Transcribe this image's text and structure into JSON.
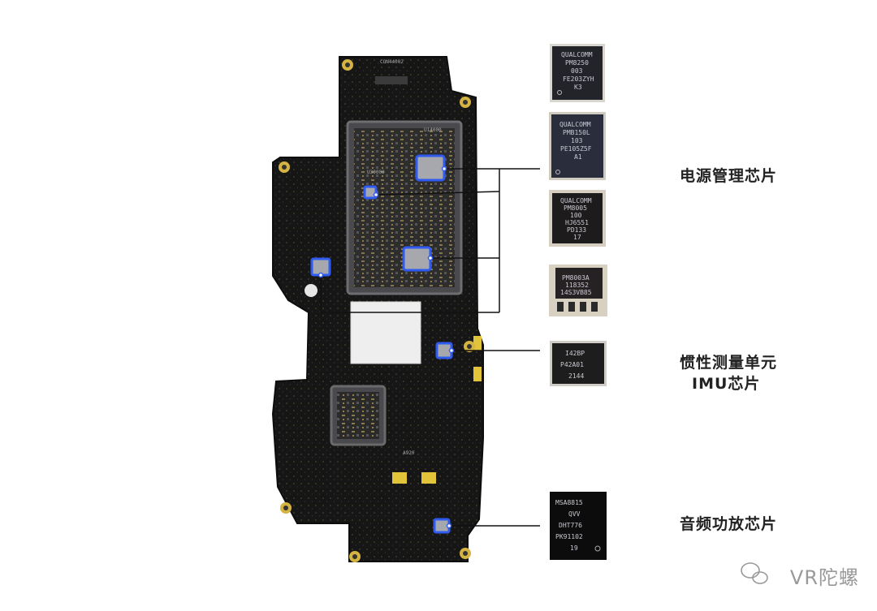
{
  "labels": {
    "power": "电源管理芯片",
    "imu_line1": "惯性测量单元",
    "imu_line2": "IMU芯片",
    "audio": "音频功放芯片"
  },
  "chips": [
    {
      "lines": [
        "QUALCOMM",
        "PM8250",
        "003",
        "FE203ZYH",
        "K3"
      ]
    },
    {
      "lines": [
        "QUALCOMM",
        "PMB150L",
        "103",
        "PE105Z5F",
        "A1"
      ]
    },
    {
      "lines": [
        "QUALCOMM",
        "PM8005",
        "100",
        "HJ6551",
        "PD133",
        "17"
      ]
    },
    {
      "lines": [
        "PM8003A",
        "118352",
        "14S3VB85"
      ]
    },
    {
      "lines": [
        "I42BP",
        "P42A01",
        "2144"
      ]
    },
    {
      "lines": [
        "MSA8815",
        "QVV",
        "DHT776",
        "PK91102",
        "19"
      ]
    }
  ],
  "board_silkscreen": [
    "CON44002",
    "U14000",
    "U30000",
    "A920"
  ],
  "watermark": "VR陀螺"
}
